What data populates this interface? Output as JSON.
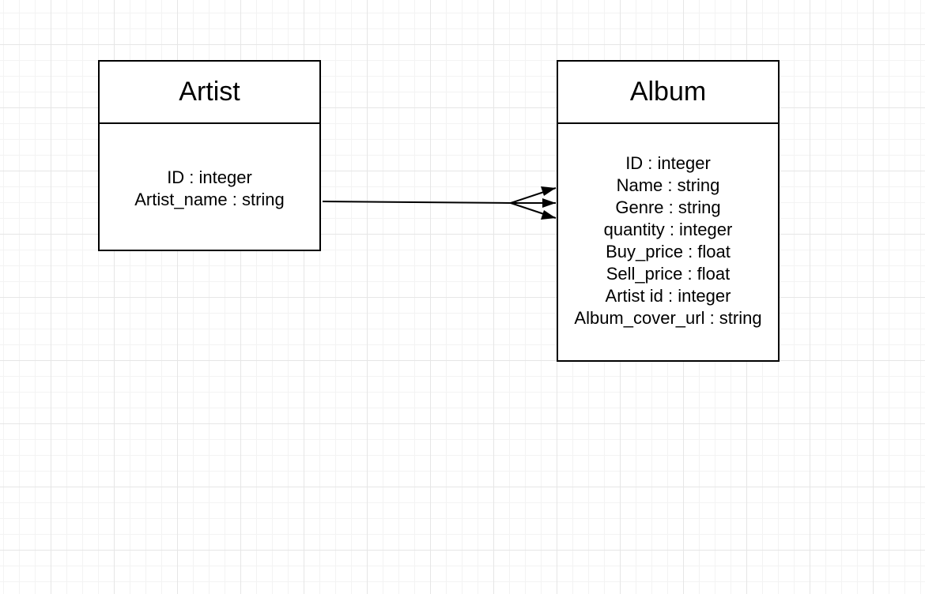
{
  "entities": {
    "artist": {
      "title": "Artist",
      "attributes": [
        "ID : integer",
        "Artist_name : string"
      ]
    },
    "album": {
      "title": "Album",
      "attributes": [
        "ID : integer",
        "Name : string",
        "Genre : string",
        "quantity : integer",
        "Buy_price : float",
        "Sell_price : float",
        "Artist id : integer",
        "Album_cover_url : string"
      ]
    }
  },
  "relationship": {
    "from": "artist",
    "to": "album",
    "cardinality": "one-to-many"
  },
  "colors": {
    "line": "#000000",
    "grid_major": "#e6e6e6",
    "grid_minor": "#f3f3f3"
  }
}
